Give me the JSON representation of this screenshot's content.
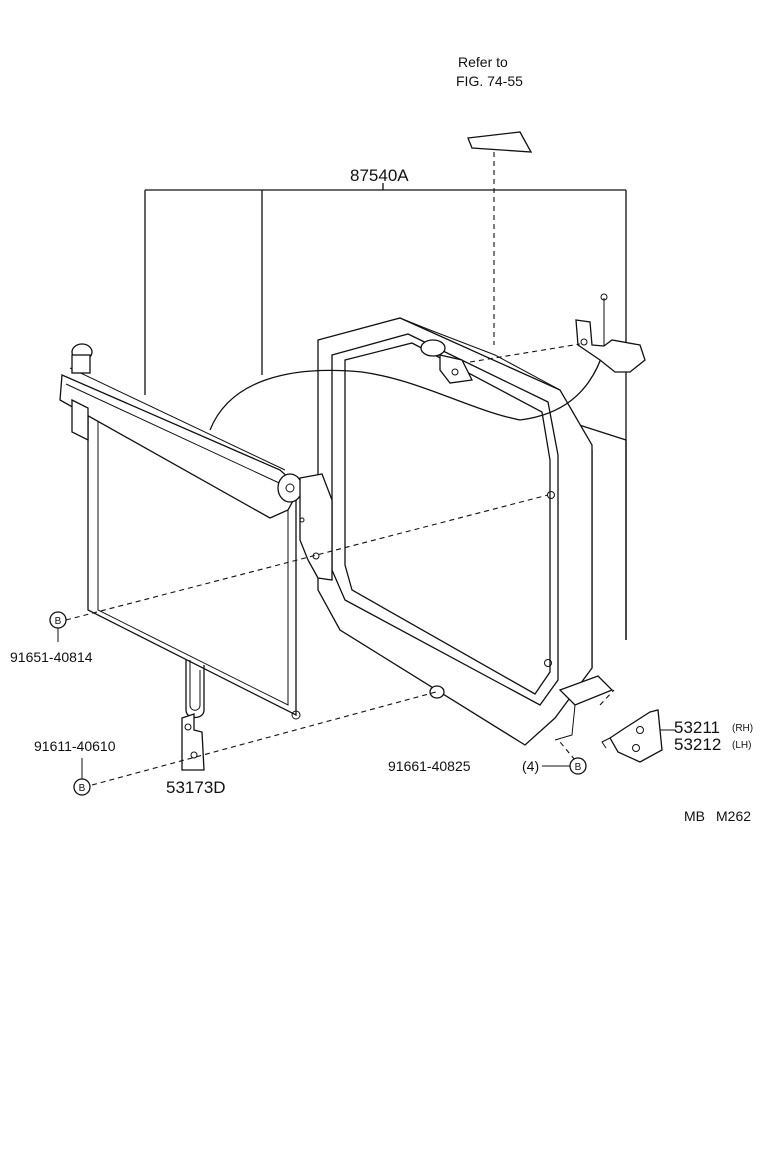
{
  "refer": {
    "line1": "Refer to",
    "line2": "FIG. 74-55"
  },
  "parts": {
    "shroud_assembly": "87540A",
    "bolt_b_top": "91651-40814",
    "bolt_b_bottom": "91611-40610",
    "support": "53173D",
    "bolt_4": "91661-40825",
    "bolt_4_qty": "(4)",
    "bracket_rh": "53211",
    "bracket_rh_side": "(RH)",
    "bracket_lh": "53212",
    "bracket_lh_side": "(LH)"
  },
  "callout_letter": "B",
  "figure_code": {
    "prefix": "MB",
    "code": "M262"
  }
}
